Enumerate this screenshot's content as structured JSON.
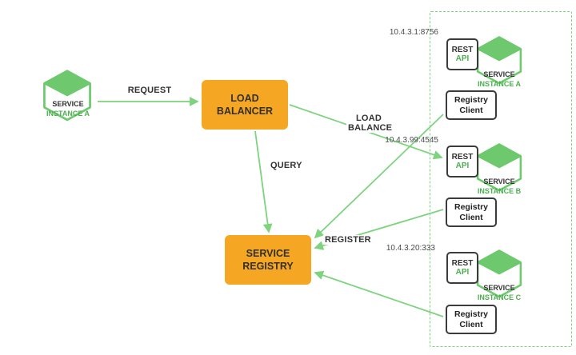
{
  "colors": {
    "orange": "#F5A623",
    "green": "#6EC96E",
    "green_text": "#4CAF50",
    "arrow_green": "#7ED37E"
  },
  "client_instance": {
    "service": "SERVICE",
    "instance": "INSTANCE A"
  },
  "load_balancer": {
    "label": "LOAD BALANCER"
  },
  "service_registry": {
    "label": "SERVICE REGISTRY"
  },
  "flow_labels": {
    "request": "REQUEST",
    "query": "QUERY",
    "load_balance": "LOAD BALANCE",
    "register": "REGISTER"
  },
  "instances": [
    {
      "ip": "10.4.3.1:8756",
      "service": "SERVICE",
      "instance": "INSTANCE A",
      "rest_label": "REST",
      "api_label": "API",
      "registry_client_label": "Registry Client"
    },
    {
      "ip": "10.4.3.99:4545",
      "service": "SERVICE",
      "instance": "INSTANCE B",
      "rest_label": "REST",
      "api_label": "API",
      "registry_client_label": "Registry Client"
    },
    {
      "ip": "10.4.3.20:333",
      "service": "SERVICE",
      "instance": "INSTANCE C",
      "rest_label": "REST",
      "api_label": "API",
      "registry_client_label": "Registry Client"
    }
  ]
}
